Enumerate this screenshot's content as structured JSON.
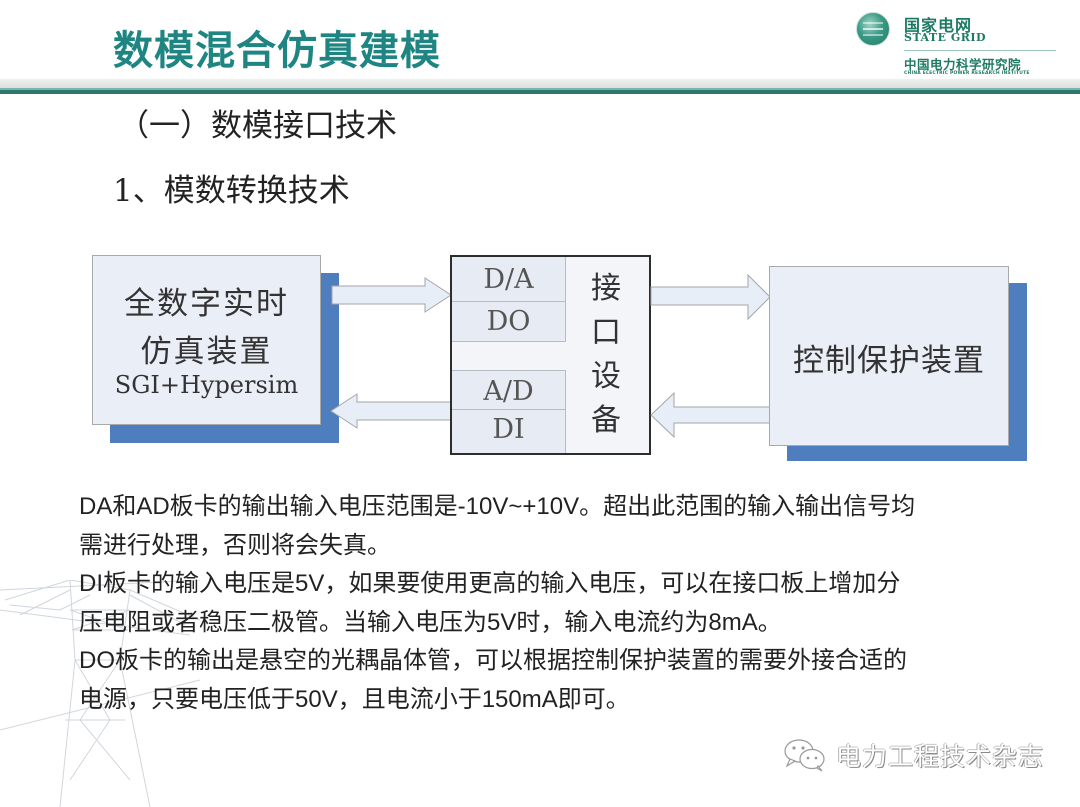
{
  "header": {
    "title": "数模混合仿真建模",
    "title_color": "#1e8582",
    "rule_color": "#2a7a6e"
  },
  "logo": {
    "icon": "state-grid-globe-icon",
    "org_cn": "国家电网",
    "org_en": "STATE GRID",
    "institute_cn": "中国电力科学研究院",
    "institute_en": "CHINA ELECTRIC POWER RESEARCH INSTITUTE"
  },
  "section": {
    "heading": "（一）数模接口技术",
    "subheading": "1、模数转换技术"
  },
  "diagram": {
    "simulator": {
      "line1": "全数字实时",
      "line2": "仿真装置",
      "line3": "SGI+Hypersim"
    },
    "interface": {
      "cells": [
        "D/A",
        "DO",
        "A/D",
        "DI"
      ],
      "vertical_label": [
        "接",
        "口",
        "设",
        "备"
      ]
    },
    "controller": {
      "label": "控制保护装置"
    },
    "arrows": [
      {
        "from": "simulator",
        "to": "interface",
        "direction": "right"
      },
      {
        "from": "interface",
        "to": "simulator",
        "direction": "left"
      },
      {
        "from": "interface",
        "to": "controller",
        "direction": "right"
      },
      {
        "from": "controller",
        "to": "interface",
        "direction": "left"
      }
    ],
    "colors": {
      "box_fill": "#e9eef7",
      "shadow": "#4f7ebf",
      "arrow_fill": "#e8eef7",
      "arrow_stroke": "#a3a6aa"
    }
  },
  "body": {
    "lines": [
      "DA和AD板卡的输出输入电压范围是-10V~+10V。超出此范围的输入输出信号均",
      "需进行处理，否则将会失真。",
      "DI板卡的输入电压是5V，如果要使用更高的输入电压，可以在接口板上增加分",
      "压电阻或者稳压二极管。当输入电压为5V时，输入电流约为8mA。",
      "DO板卡的输出是悬空的光耦晶体管，可以根据控制保护装置的需要外接合适的",
      "电源，只要电压低于50V，且电流小于150mA即可。"
    ]
  },
  "watermark": {
    "icon": "wechat-icon",
    "text": "电力工程技术杂志"
  }
}
